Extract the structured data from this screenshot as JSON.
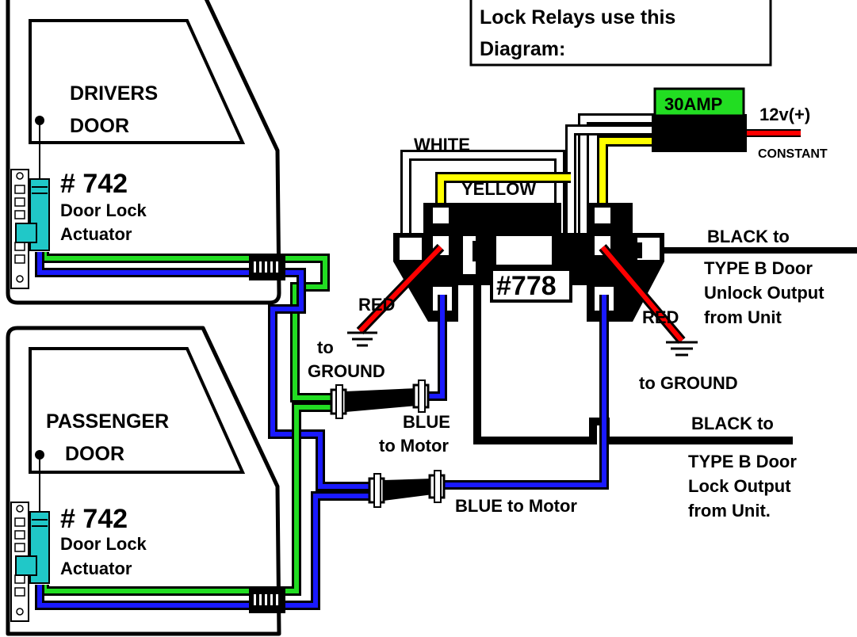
{
  "title_box": {
    "line1": "Lock Relays use this",
    "line2": "Diagram:"
  },
  "fuse": {
    "label": "30AMP"
  },
  "power": {
    "label": "12v(+)",
    "sublabel": "CONSTANT"
  },
  "relay": {
    "label": "#778"
  },
  "doors": {
    "driver": {
      "line1": "DRIVERS",
      "line2": "DOOR"
    },
    "passenger": {
      "line1": "PASSENGER",
      "line2": "DOOR"
    }
  },
  "actuator": {
    "number": "# 742",
    "line1": "Door Lock",
    "line2": "Actuator"
  },
  "wires": {
    "white": "WHITE",
    "yellow": "YELLOW",
    "red": "RED",
    "to": "to",
    "ground": "GROUND",
    "to_ground": "to GROUND",
    "blue_line1": "BLUE",
    "blue_line2": "to Motor",
    "blue_to_motor": "BLUE to Motor",
    "black_unlock": [
      "BLACK to",
      "TYPE B Door",
      "Unlock Output",
      "from Unit"
    ],
    "black_lock": [
      "BLACK to",
      "TYPE B Door",
      "Lock Output",
      "from Unit."
    ]
  },
  "colors": {
    "green": "#22dd22",
    "blue": "#1a1aff",
    "yellow": "#ffff00",
    "red": "#ff0000",
    "white": "#ffffff",
    "black": "#000000",
    "actuator": "#20c8c8"
  }
}
